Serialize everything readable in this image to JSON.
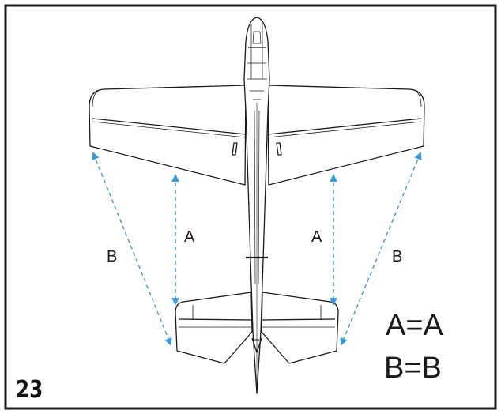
{
  "diagram": {
    "labels": {
      "left_a": "A",
      "right_a": "A",
      "left_b": "B",
      "right_b": "B"
    },
    "equations": {
      "line1": "A=A",
      "line2": "B=B"
    },
    "step_number": "23"
  },
  "colors": {
    "frame": "#1a1a1a",
    "outline": "#1a1a1a",
    "measure_arrow": "#3a9ad9",
    "background": "#ffffff"
  }
}
